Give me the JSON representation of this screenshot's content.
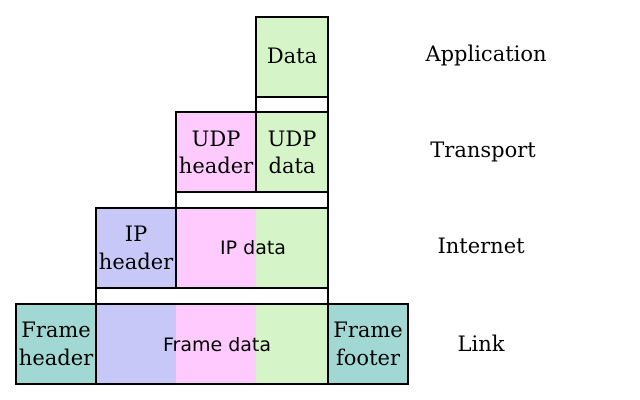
{
  "colors": {
    "application": "#d5f5c8",
    "transport": "#ffcbff",
    "internet": "#c8c8f8",
    "link": "#a2d8d3",
    "outline": "#000000"
  },
  "application": {
    "data_label": "Data"
  },
  "transport": {
    "udp_header_line1": "UDP",
    "udp_header_line2": "header",
    "udp_data_line1": "UDP",
    "udp_data_line2": "data"
  },
  "internet": {
    "ip_header_line1": "IP",
    "ip_header_line2": "header",
    "ip_data_label": "IP data"
  },
  "link": {
    "frame_header_line1": "Frame",
    "frame_header_line2": "header",
    "frame_data_label": "Frame data",
    "frame_footer_line1": "Frame",
    "frame_footer_line2": "footer"
  },
  "layers": {
    "application": "Application",
    "transport": "Transport",
    "internet": "Internet",
    "link": "Link"
  }
}
